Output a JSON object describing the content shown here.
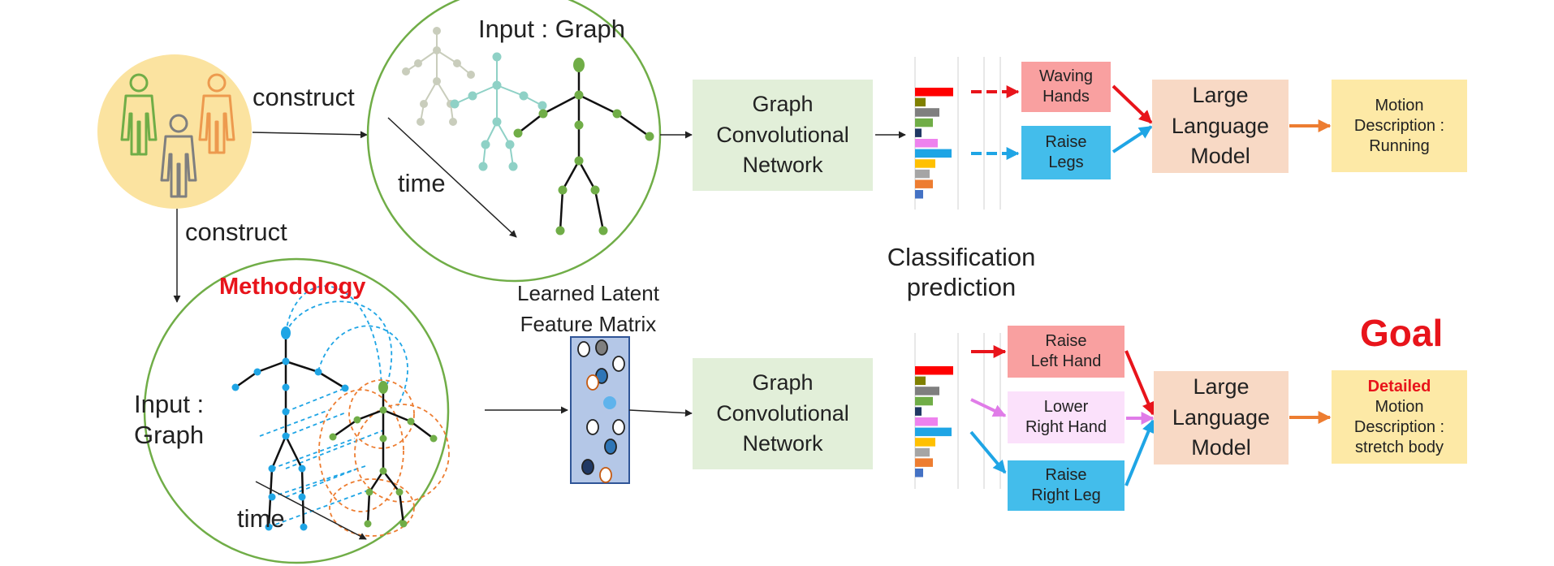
{
  "top": {
    "construct_label": "construct",
    "input_graph_label": "Input : Graph",
    "time_label": "time",
    "gcn": [
      "Graph",
      "Convolutional",
      "Network"
    ],
    "classes": [
      [
        "Waving",
        "Hands"
      ],
      [
        "Raise",
        "Legs"
      ]
    ],
    "llm": [
      "Large",
      "Language",
      "Model"
    ],
    "output": [
      "Motion",
      "Description :",
      "Running"
    ]
  },
  "bottom": {
    "construct_label": "construct",
    "methodology_label": "Methodology",
    "input_graph_label": [
      "Input :",
      "Graph"
    ],
    "time_label": "time",
    "latent_label": [
      "Learned Latent",
      "Feature Matrix"
    ],
    "gcn": [
      "Graph",
      "Convolutional",
      "Network"
    ],
    "classes": [
      [
        "Raise",
        "Left Hand"
      ],
      [
        "Lower",
        "Right Hand"
      ],
      [
        "Raise",
        "Right Leg"
      ]
    ],
    "llm": [
      "Large",
      "Language",
      "Model"
    ],
    "goal_label": "Goal",
    "output_highlight": "Detailed",
    "output": [
      "Motion",
      "Description :",
      "stretch body"
    ]
  },
  "classification_label": [
    "Classification",
    "prediction"
  ],
  "colors": {
    "people_circle": "#fbe3a0",
    "person_green": "#70ad47",
    "person_orange": "#ed9a4e",
    "person_gray": "#7f7f7f",
    "graph_circle_border": "#70ad47",
    "skeleton_node_green": "#70ad47",
    "skeleton_node_blue": "#1fa5e5",
    "skeleton_faded_gray": "#c9cdbc",
    "skeleton_faded_teal": "#8fd1c6",
    "gcn_fill": "#e2efd9",
    "llm_fill": "#f8d9c5",
    "output_fill": "#fde9a6",
    "class_red": "#f9a0a0",
    "class_blue": "#43bdeb",
    "class_pink": "#fbe1fb",
    "arrow_red": "#e8141b",
    "arrow_blue": "#1fa5e5",
    "arrow_pink": "#e07ce8",
    "arrow_orange": "#ed7d31",
    "matrix_fill": "#b4c7e7",
    "matrix_border": "#2f5597",
    "accent_red": "#e8141b"
  },
  "histogram_bar_colors": [
    "#ff0000",
    "#808000",
    "#7f7f7f",
    "#70ad47",
    "#203864",
    "#ee82ee",
    "#1fa5e5",
    "#ffc000",
    "#a5a5a5",
    "#ed7d31",
    "#4472c4"
  ]
}
